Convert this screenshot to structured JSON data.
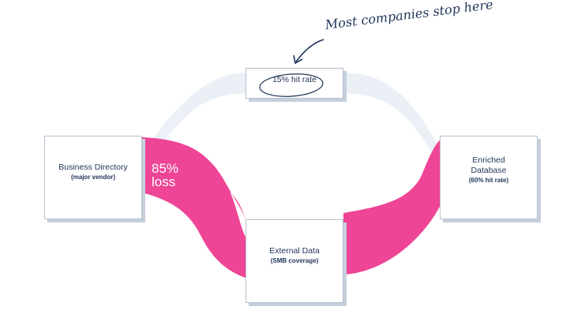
{
  "annotation": {
    "text": "Most companies stop here"
  },
  "nodes": {
    "hit_rate": {
      "title": "15% hit rate"
    },
    "business_directory": {
      "title": "Business Directory",
      "subtitle": "(major vendor)"
    },
    "enriched_database": {
      "title": "Enriched Database",
      "subtitle": "(60% hit rate)"
    },
    "external_data": {
      "title": "External Data",
      "subtitle": "(SMB coverage)"
    }
  },
  "flows": {
    "loss_label": "85% loss",
    "upper_path_color": "#ebf0f7",
    "lower_path_color": "#ee4596",
    "text_color": "#1f3358"
  }
}
